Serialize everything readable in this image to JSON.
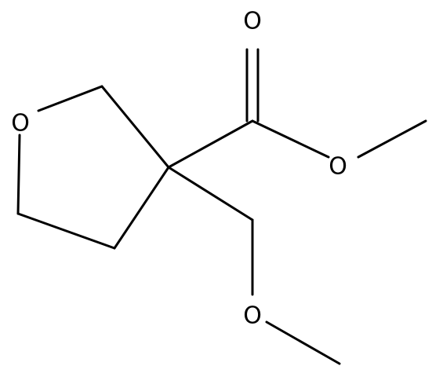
{
  "molecule": {
    "atoms": {
      "ring_oxygen": "O",
      "carbonyl_oxygen": "O",
      "ester_oxygen": "O",
      "ether_oxygen": "O"
    }
  },
  "colors": {
    "line": "#000000",
    "background": "#ffffff"
  }
}
